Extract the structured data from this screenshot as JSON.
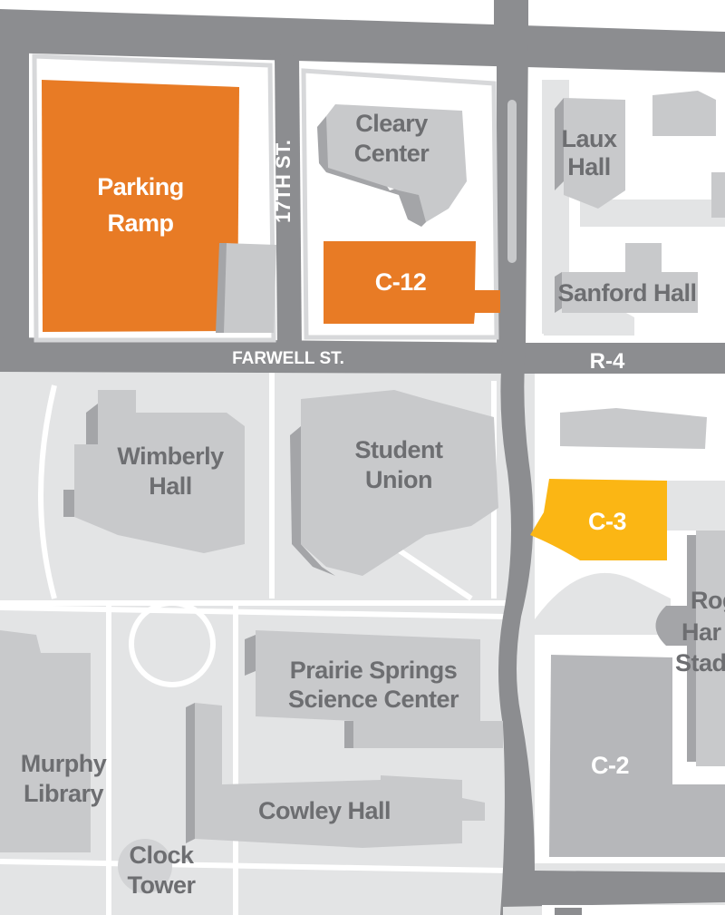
{
  "map": {
    "colors": {
      "road": "#8c8d90",
      "parking_orange": "#e87b25",
      "parking_yellow": "#fbb614",
      "building": "#c8c9cb",
      "ground": "#e3e4e5"
    },
    "streets": {
      "seventeenth": "17TH ST.",
      "farwell": "FARWELL ST.",
      "r4": "R-4"
    },
    "parking": {
      "ramp_line1": "Parking",
      "ramp_line2": "Ramp",
      "c12": "C-12",
      "c3": "C-3",
      "c2": "C-2"
    },
    "buildings": {
      "cleary_1": "Cleary",
      "cleary_2": "Center",
      "laux_1": "Laux",
      "laux_2": "Hall",
      "sanford": "Sanford Hall",
      "wimberly_1": "Wimberly",
      "wimberly_2": "Hall",
      "union_1": "Student",
      "union_2": "Union",
      "roger_1": "Rog",
      "roger_2": "Har",
      "roger_3": "Stad",
      "prairie_1": "Prairie Springs",
      "prairie_2": "Science Center",
      "murphy_1": "Murphy",
      "murphy_2": "Library",
      "cowley": "Cowley Hall",
      "clock_1": "Clock",
      "clock_2": "Tower"
    }
  }
}
